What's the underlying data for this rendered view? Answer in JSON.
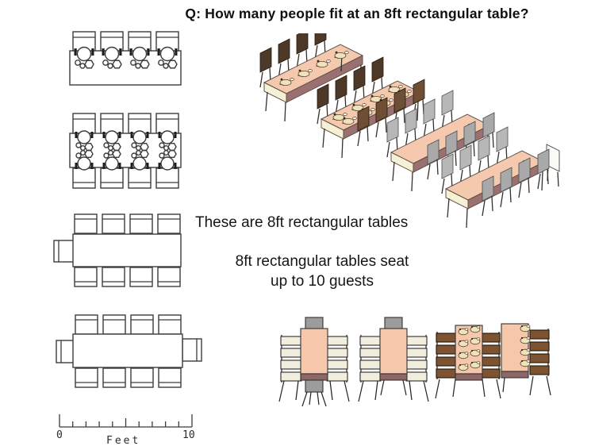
{
  "title": "Q: How many people fit at an 8ft rectangular table?",
  "captions": {
    "statement": "These are 8ft rectangular tables",
    "seating_line1": "8ft rectangular tables seat",
    "seating_line2": "up to 10 guests"
  },
  "scale_ruler": {
    "start": "0",
    "end": "10",
    "unit": "Feet"
  },
  "palette": {
    "background": "#ffffff",
    "line_drawing": "#3c3c3c",
    "table_top": "#f5c9ae",
    "table_side_band": "#9a7070",
    "table_end_face": "#f6f1d4",
    "chair_dark_brown": "#4e3827",
    "chair_brown": "#6e4e35",
    "chair_gray": "#b7b7b7",
    "small_chair_gray": "#9c9c9c",
    "chair_slat_cream": "#f2eedd",
    "chair_slat_brown": "#7d5331",
    "plate": "#eee3bd",
    "small_table_band": "#8d6666"
  },
  "figures": {
    "plan_one_side": {
      "seats": 4,
      "detail": "4 place settings on one long side"
    },
    "plan_two_side": {
      "seats": 8,
      "detail": "4 place settings per long side"
    },
    "plan_nine_seat": {
      "seats": 9,
      "detail": "4 per side plus 1 end seat"
    },
    "plan_ten_seat": {
      "seats": 10,
      "detail": "4 per side plus 2 end seats"
    },
    "perspective_group": {
      "tables": 4
    },
    "top_view_group": {
      "tables": 4
    }
  }
}
